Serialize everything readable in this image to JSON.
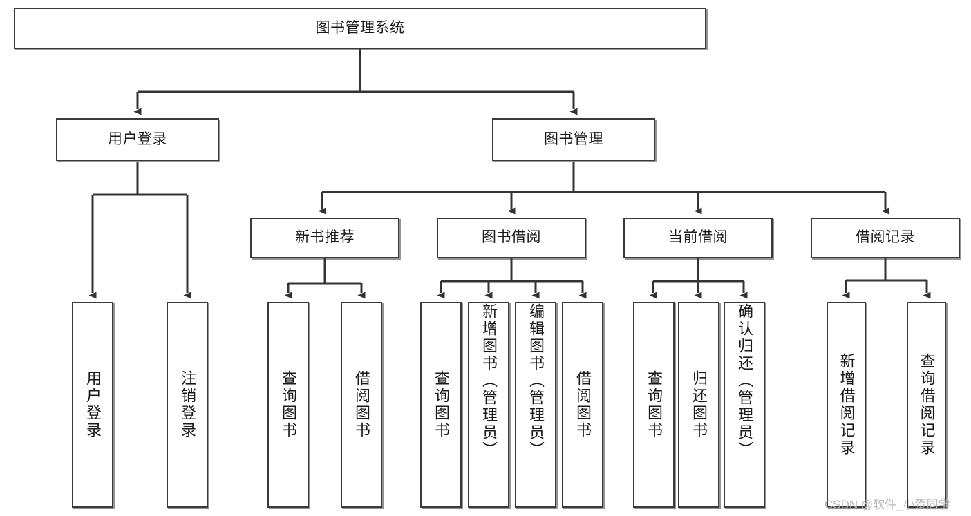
{
  "diagram": {
    "type": "tree-hierarchy",
    "title": "图书管理系统",
    "background_color": "#ffffff",
    "box_border_color": "#3a3a3a",
    "text_color": "#1a1a1a",
    "connector_color": "#333333",
    "root": {
      "id": "root",
      "label": "图书管理系统",
      "level": 0
    },
    "level1": [
      {
        "id": "user-login",
        "label": "用户登录",
        "level": 1
      },
      {
        "id": "book-manage",
        "label": "图书管理",
        "level": 1
      }
    ],
    "level2": [
      {
        "id": "new-book-rec",
        "label": "新书推荐",
        "level": 2,
        "parent": "book-manage"
      },
      {
        "id": "book-borrow",
        "label": "图书借阅",
        "level": 2,
        "parent": "book-manage"
      },
      {
        "id": "current-borrow",
        "label": "当前借阅",
        "level": 2,
        "parent": "book-manage"
      },
      {
        "id": "borrow-record",
        "label": "借阅记录",
        "level": 2,
        "parent": "book-manage"
      }
    ],
    "leaves": [
      {
        "id": "leaf-user-login",
        "label": "用户登录",
        "parent": "user-login"
      },
      {
        "id": "leaf-user-logout",
        "label": "注销登录",
        "parent": "user-login"
      },
      {
        "id": "leaf-rec-query-book",
        "label": "查询图书",
        "parent": "new-book-rec"
      },
      {
        "id": "leaf-rec-borrow-book",
        "label": "借阅图书",
        "parent": "new-book-rec"
      },
      {
        "id": "leaf-borrow-query-book",
        "label": "查询图书",
        "parent": "book-borrow"
      },
      {
        "id": "leaf-borrow-add-book",
        "label": "新增图书（管理员）",
        "parent": "book-borrow"
      },
      {
        "id": "leaf-borrow-edit-book",
        "label": "编辑图书（管理员）",
        "parent": "book-borrow"
      },
      {
        "id": "leaf-borrow-borrow-book",
        "label": "借阅图书",
        "parent": "book-borrow"
      },
      {
        "id": "leaf-current-query-book",
        "label": "查询图书",
        "parent": "current-borrow"
      },
      {
        "id": "leaf-current-return-book",
        "label": "归还图书",
        "parent": "current-borrow"
      },
      {
        "id": "leaf-current-confirm-return",
        "label": "确认归还（管理员）",
        "parent": "current-borrow"
      },
      {
        "id": "leaf-record-add",
        "label": "新增借阅记录",
        "parent": "borrow-record"
      },
      {
        "id": "leaf-record-query",
        "label": "查询借阅记录",
        "parent": "borrow-record"
      }
    ]
  },
  "watermark": {
    "text": "CSDN @软件_小贺同学"
  }
}
